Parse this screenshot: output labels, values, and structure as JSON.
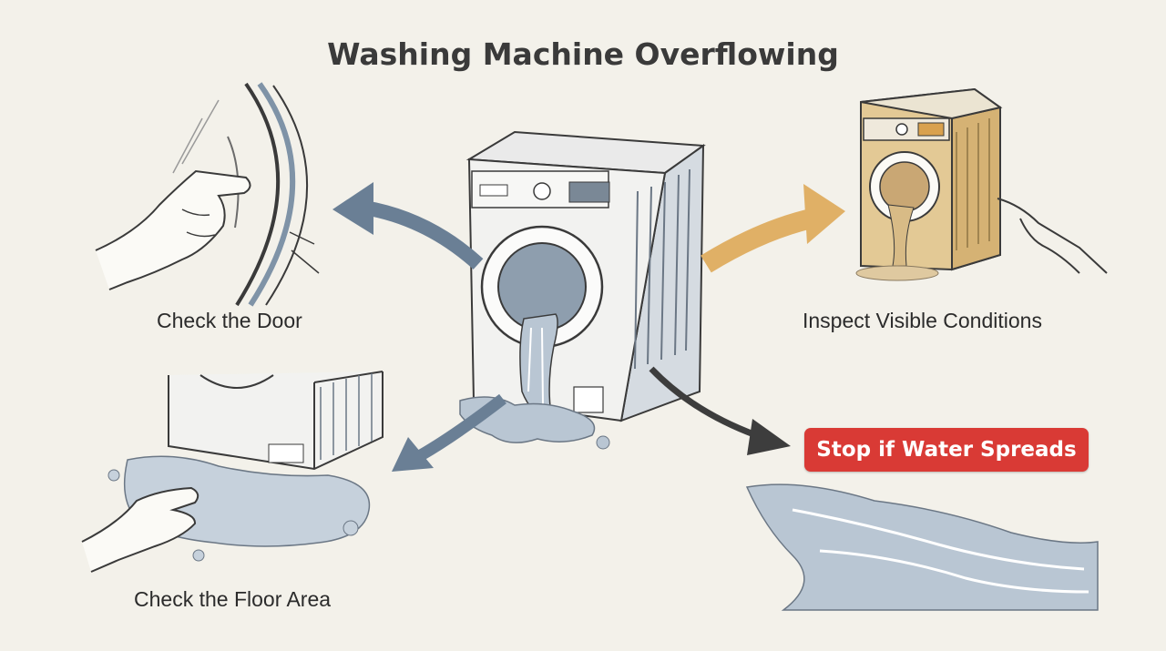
{
  "title": "Washing Machine Overflowing",
  "steps": {
    "door": "Check the Door",
    "inspect": "Inspect Visible Conditions",
    "floor": "Check the Floor Area",
    "warning": "Stop if Water Spreads"
  },
  "colors": {
    "background": "#f3f1ea",
    "outline": "#3a3a3a",
    "arrow_blue": "#6a7f95",
    "arrow_gold": "#e0b066",
    "arrow_dark": "#3d3d3d",
    "water": "#b9c6d3",
    "warning_red": "#d93a35"
  },
  "icons": [
    "washing-machine-icon",
    "hand-icon",
    "water-puddle-icon",
    "arrow-icon"
  ]
}
